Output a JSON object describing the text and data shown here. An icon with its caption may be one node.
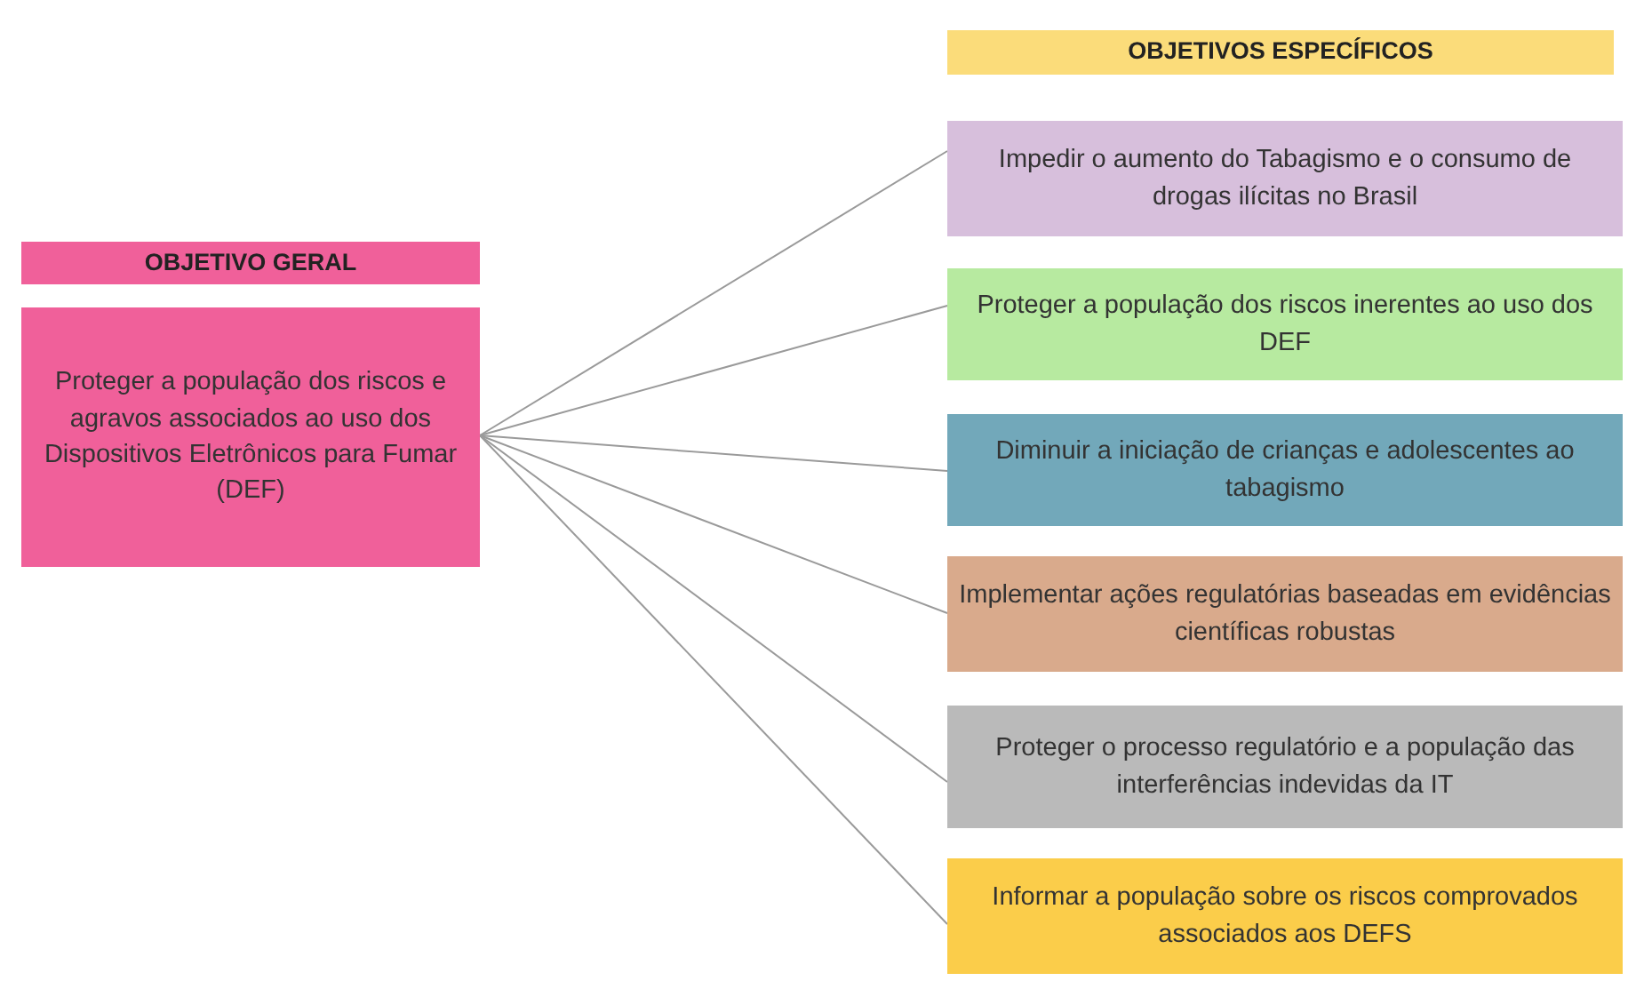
{
  "diagram": {
    "nodes": [
      {
        "text": [
          "OBJETIVO GERAL"
        ]
      },
      {
        "text": [
          "Proteger a população dos riscos e agravos associados ao uso dos  Dispositivos Eletrônicos para Fumar (DEF)"
        ]
      },
      {
        "text": [
          "OBJETIVOS ESPECÍFICOS"
        ]
      },
      {
        "text": [
          "Impedir o aumento do Tabagismo e o consumo de drogas ilícitas no Brasil"
        ]
      },
      {
        "text": [
          "Proteger a população dos riscos inerentes ao uso dos DEF"
        ]
      },
      {
        "text": [
          "Diminuir a iniciação de crianças e adolescentes ao tabagismo"
        ]
      },
      {
        "text": [
          "Implementar ações regulatórias baseadas em evidências científicas robustas"
        ]
      },
      {
        "text": [
          "Proteger o processo regulatório e a população das interferências indevidas da IT"
        ]
      },
      {
        "text": [
          "Informar a população sobre os riscos comprovados associados aos DEFS"
        ]
      }
    ],
    "edges": [
      {
        "from": 1,
        "to": 3,
        "arrow": "none"
      },
      {
        "from": 1,
        "to": 4,
        "arrow": "none"
      },
      {
        "from": 1,
        "to": 5,
        "arrow": "none"
      },
      {
        "from": 1,
        "to": 6,
        "arrow": "none"
      },
      {
        "from": 1,
        "to": 7,
        "arrow": "none"
      },
      {
        "from": 1,
        "to": 8,
        "arrow": "none"
      }
    ]
  }
}
